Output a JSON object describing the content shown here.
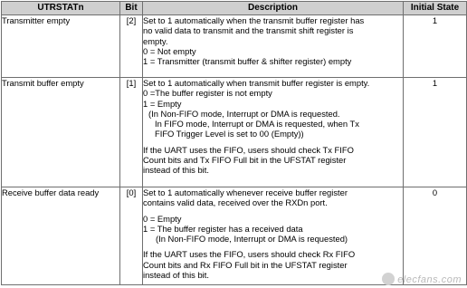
{
  "headers": [
    "UTRSTATn",
    "Bit",
    "Description",
    "Initial State"
  ],
  "rows": [
    {
      "name": "Transmitter empty",
      "bit": "[2]",
      "state": "1",
      "desc": [
        "Set to 1 automatically when the transmit buffer register has",
        "no valid data to transmit and the transmit shift register is",
        "empty.",
        "0 = Not empty",
        "1 = Transmitter (transmit buffer & shifter register) empty"
      ]
    },
    {
      "name": "Transmit buffer empty",
      "bit": "[1]",
      "state": "1",
      "desc": [
        "Set to 1 automatically when transmit buffer register is empty.",
        "0 =The buffer register is not empty",
        "1 = Empty",
        "(In Non-FIFO mode, Interrupt or DMA is requested.",
        "In FIFO mode, Interrupt or DMA is requested, when Tx",
        "FIFO Trigger Level is set to 00 (Empty))",
        "If the UART uses the FIFO, users should check Tx FIFO",
        "Count bits and Tx FIFO Full bit in the UFSTAT register",
        "instead of this bit."
      ]
    },
    {
      "name": "Receive buffer data ready",
      "bit": "[0]",
      "state": "0",
      "desc": [
        "Set to 1 automatically whenever receive buffer register",
        "contains valid data, received over the RXDn port.",
        "0 = Empty",
        "1 = The buffer register has a received data",
        "(In Non-FIFO mode, Interrupt or DMA is requested)",
        "If the UART uses the FIFO, users should check Rx FIFO",
        "Count bits and Rx FIFO Full bit in the UFSTAT register",
        "instead of this bit."
      ]
    }
  ],
  "watermark": "elecfans.com"
}
